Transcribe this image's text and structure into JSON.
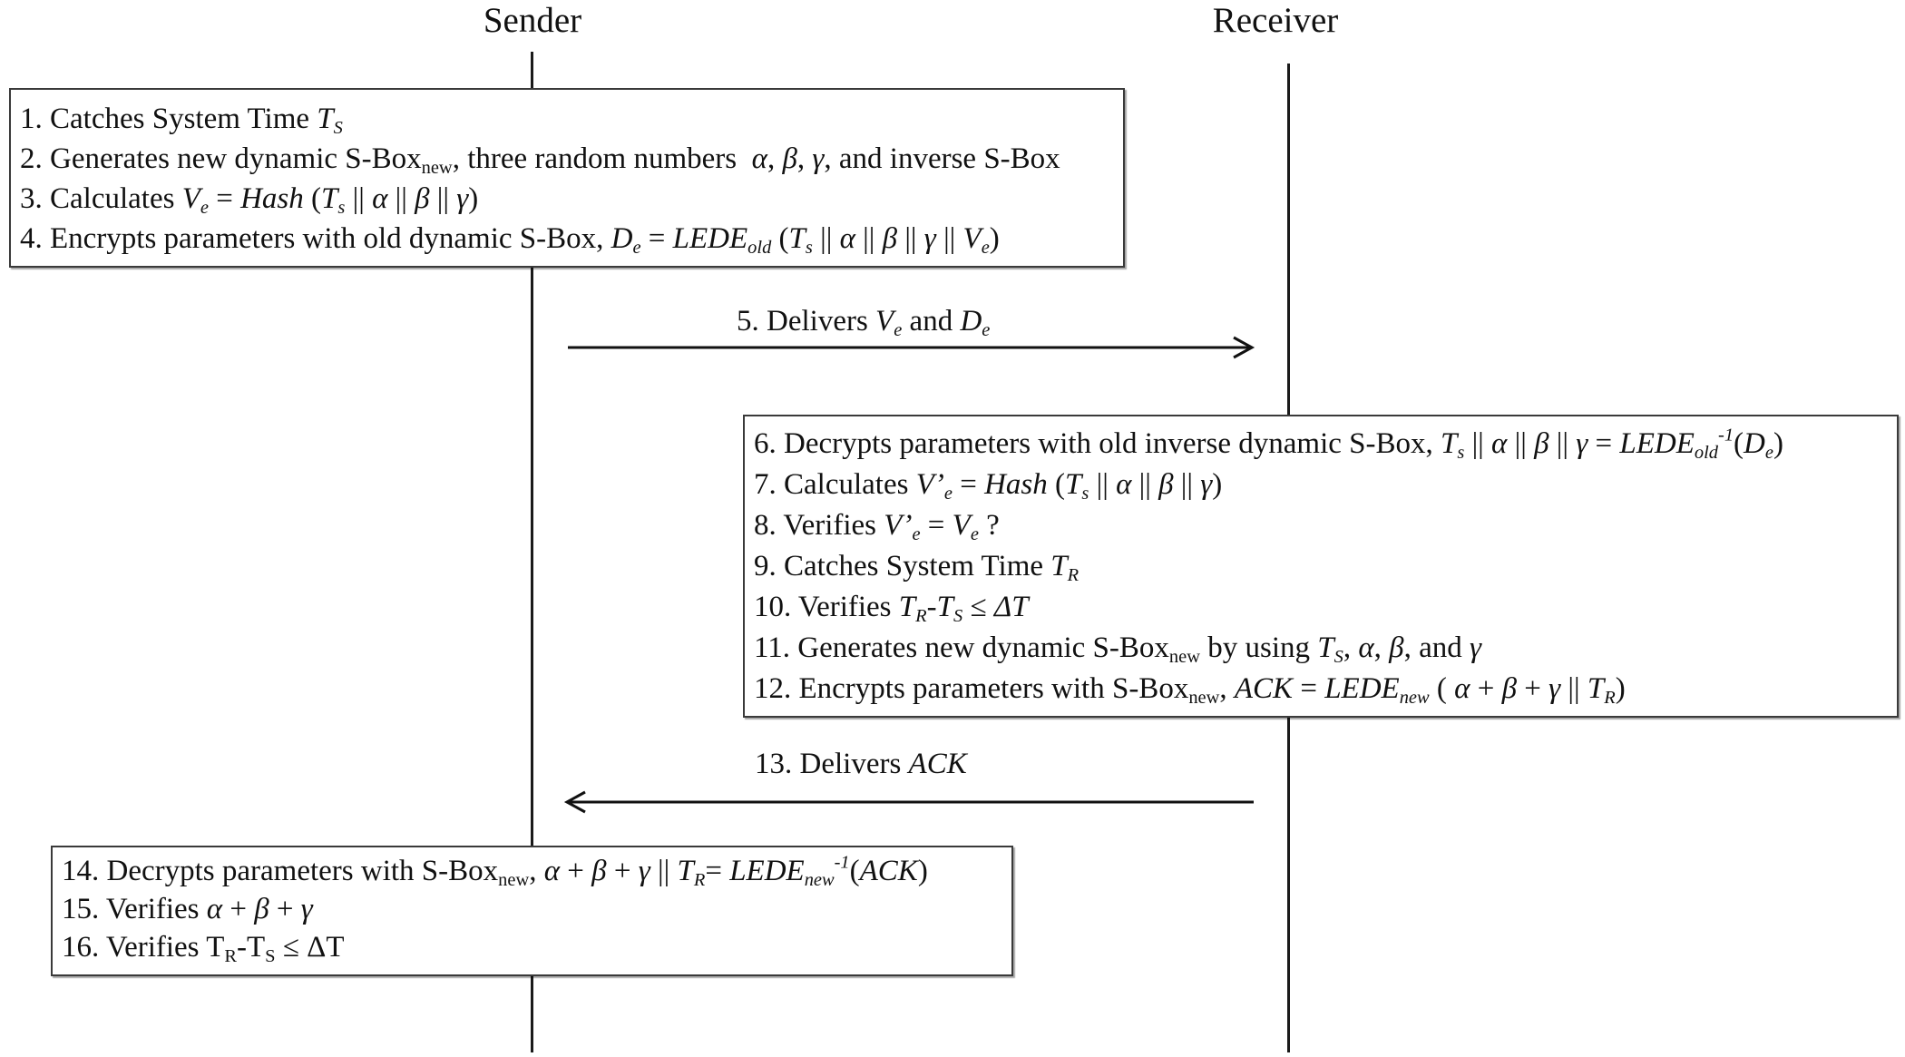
{
  "actors": {
    "sender": "Sender",
    "receiver": "Receiver"
  },
  "symbols": {
    "alpha": "α",
    "beta": "β",
    "gamma": "γ",
    "concat": "||",
    "eq": "=",
    "plus": "+",
    "minus": "-",
    "leq": "≤",
    "inverse": "-1",
    "prime": "’",
    "question": "?",
    "delta_T": "ΔT"
  },
  "terms": {
    "T": "T",
    "S": "S",
    "s": "s",
    "R": "R",
    "V": "V",
    "D": "D",
    "e": "e",
    "hash": "Hash",
    "lede": "LEDE",
    "old": "old",
    "new": "new",
    "ack": "ACK",
    "sbox": "S-Box",
    "lede_new": "LEDE"
  },
  "steps": {
    "s1": "1. Catches System Time",
    "s2": "2. Generates new dynamic S-Box",
    "s2b": ", three random numbers",
    "s2c": ", and inverse S-Box",
    "s3": "3. Calculates",
    "s4": "4. Encrypts parameters with old dynamic S-Box,",
    "s5": "5. Delivers",
    "s5b": "and",
    "s6": "6. Decrypts parameters with old inverse dynamic S-Box,",
    "s7": "7. Calculates",
    "s8": "8. Verifies",
    "s9": "9. Catches System Time",
    "s10": "10. Verifies",
    "s11": "11. Generates new dynamic S-Box",
    "s11b": "by using",
    "s11c": "and",
    "s12": "12. Encrypts parameters with S-Box",
    "s13": "13. Delivers",
    "s14": "14. Decrypts parameters with S-Box",
    "s15": "15. Verifies",
    "s16": "16. Verifies"
  }
}
